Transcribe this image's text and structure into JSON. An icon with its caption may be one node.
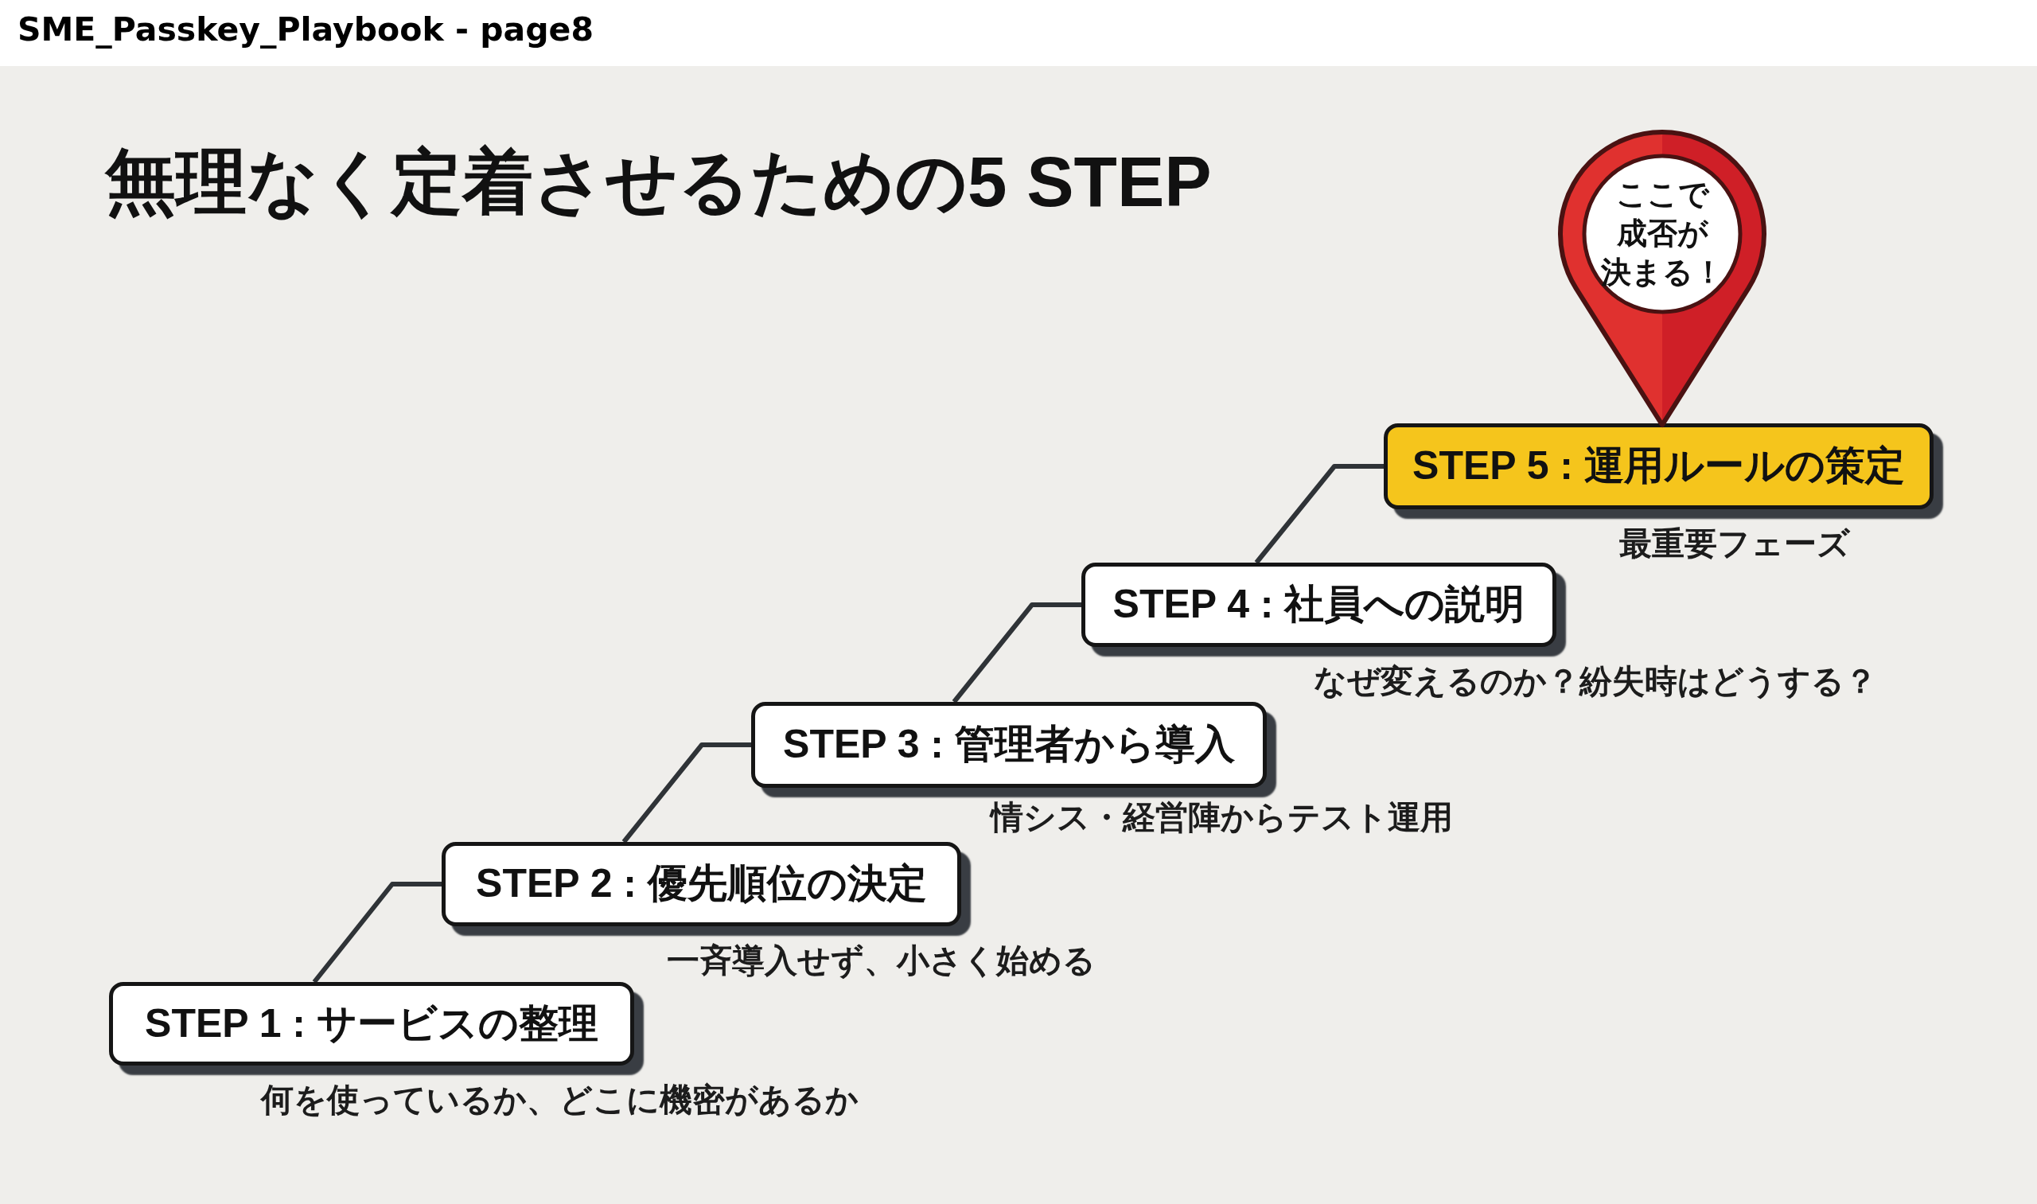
{
  "diagram": {
    "title": "無理なく定着させるための5 STEP",
    "nodes": [
      {
        "text": [
          "STEP 1 : サービスの整理"
        ],
        "beside": [
          "何を使っているか、どこに機密があるか"
        ]
      },
      {
        "text": [
          "STEP 2 : 優先順位の決定"
        ],
        "beside": [
          "一斉導入せず、小さく始める"
        ]
      },
      {
        "text": [
          "STEP 3 : 管理者から導入"
        ],
        "beside": [
          "情シス・経営陣からテスト運用"
        ]
      },
      {
        "text": [
          "STEP 4 : 社員への説明"
        ],
        "beside": [
          "なぜ変えるのか？紛失時はどうする？"
        ]
      },
      {
        "text": [
          "STEP 5 : 運用ルールの策定"
        ],
        "beside": [
          "最重要フェーズ"
        ]
      },
      {
        "text": [
          "ここで成否が決まる！"
        ]
      }
    ],
    "edges": [
      {
        "from": 0,
        "to": 1,
        "arrow": "none"
      },
      {
        "from": 1,
        "to": 2,
        "arrow": "none"
      },
      {
        "from": 2,
        "to": 3,
        "arrow": "none"
      },
      {
        "from": 3,
        "to": 4,
        "arrow": "none"
      }
    ],
    "labels": [
      "SME_Passkey_Playbook - page8"
    ]
  }
}
